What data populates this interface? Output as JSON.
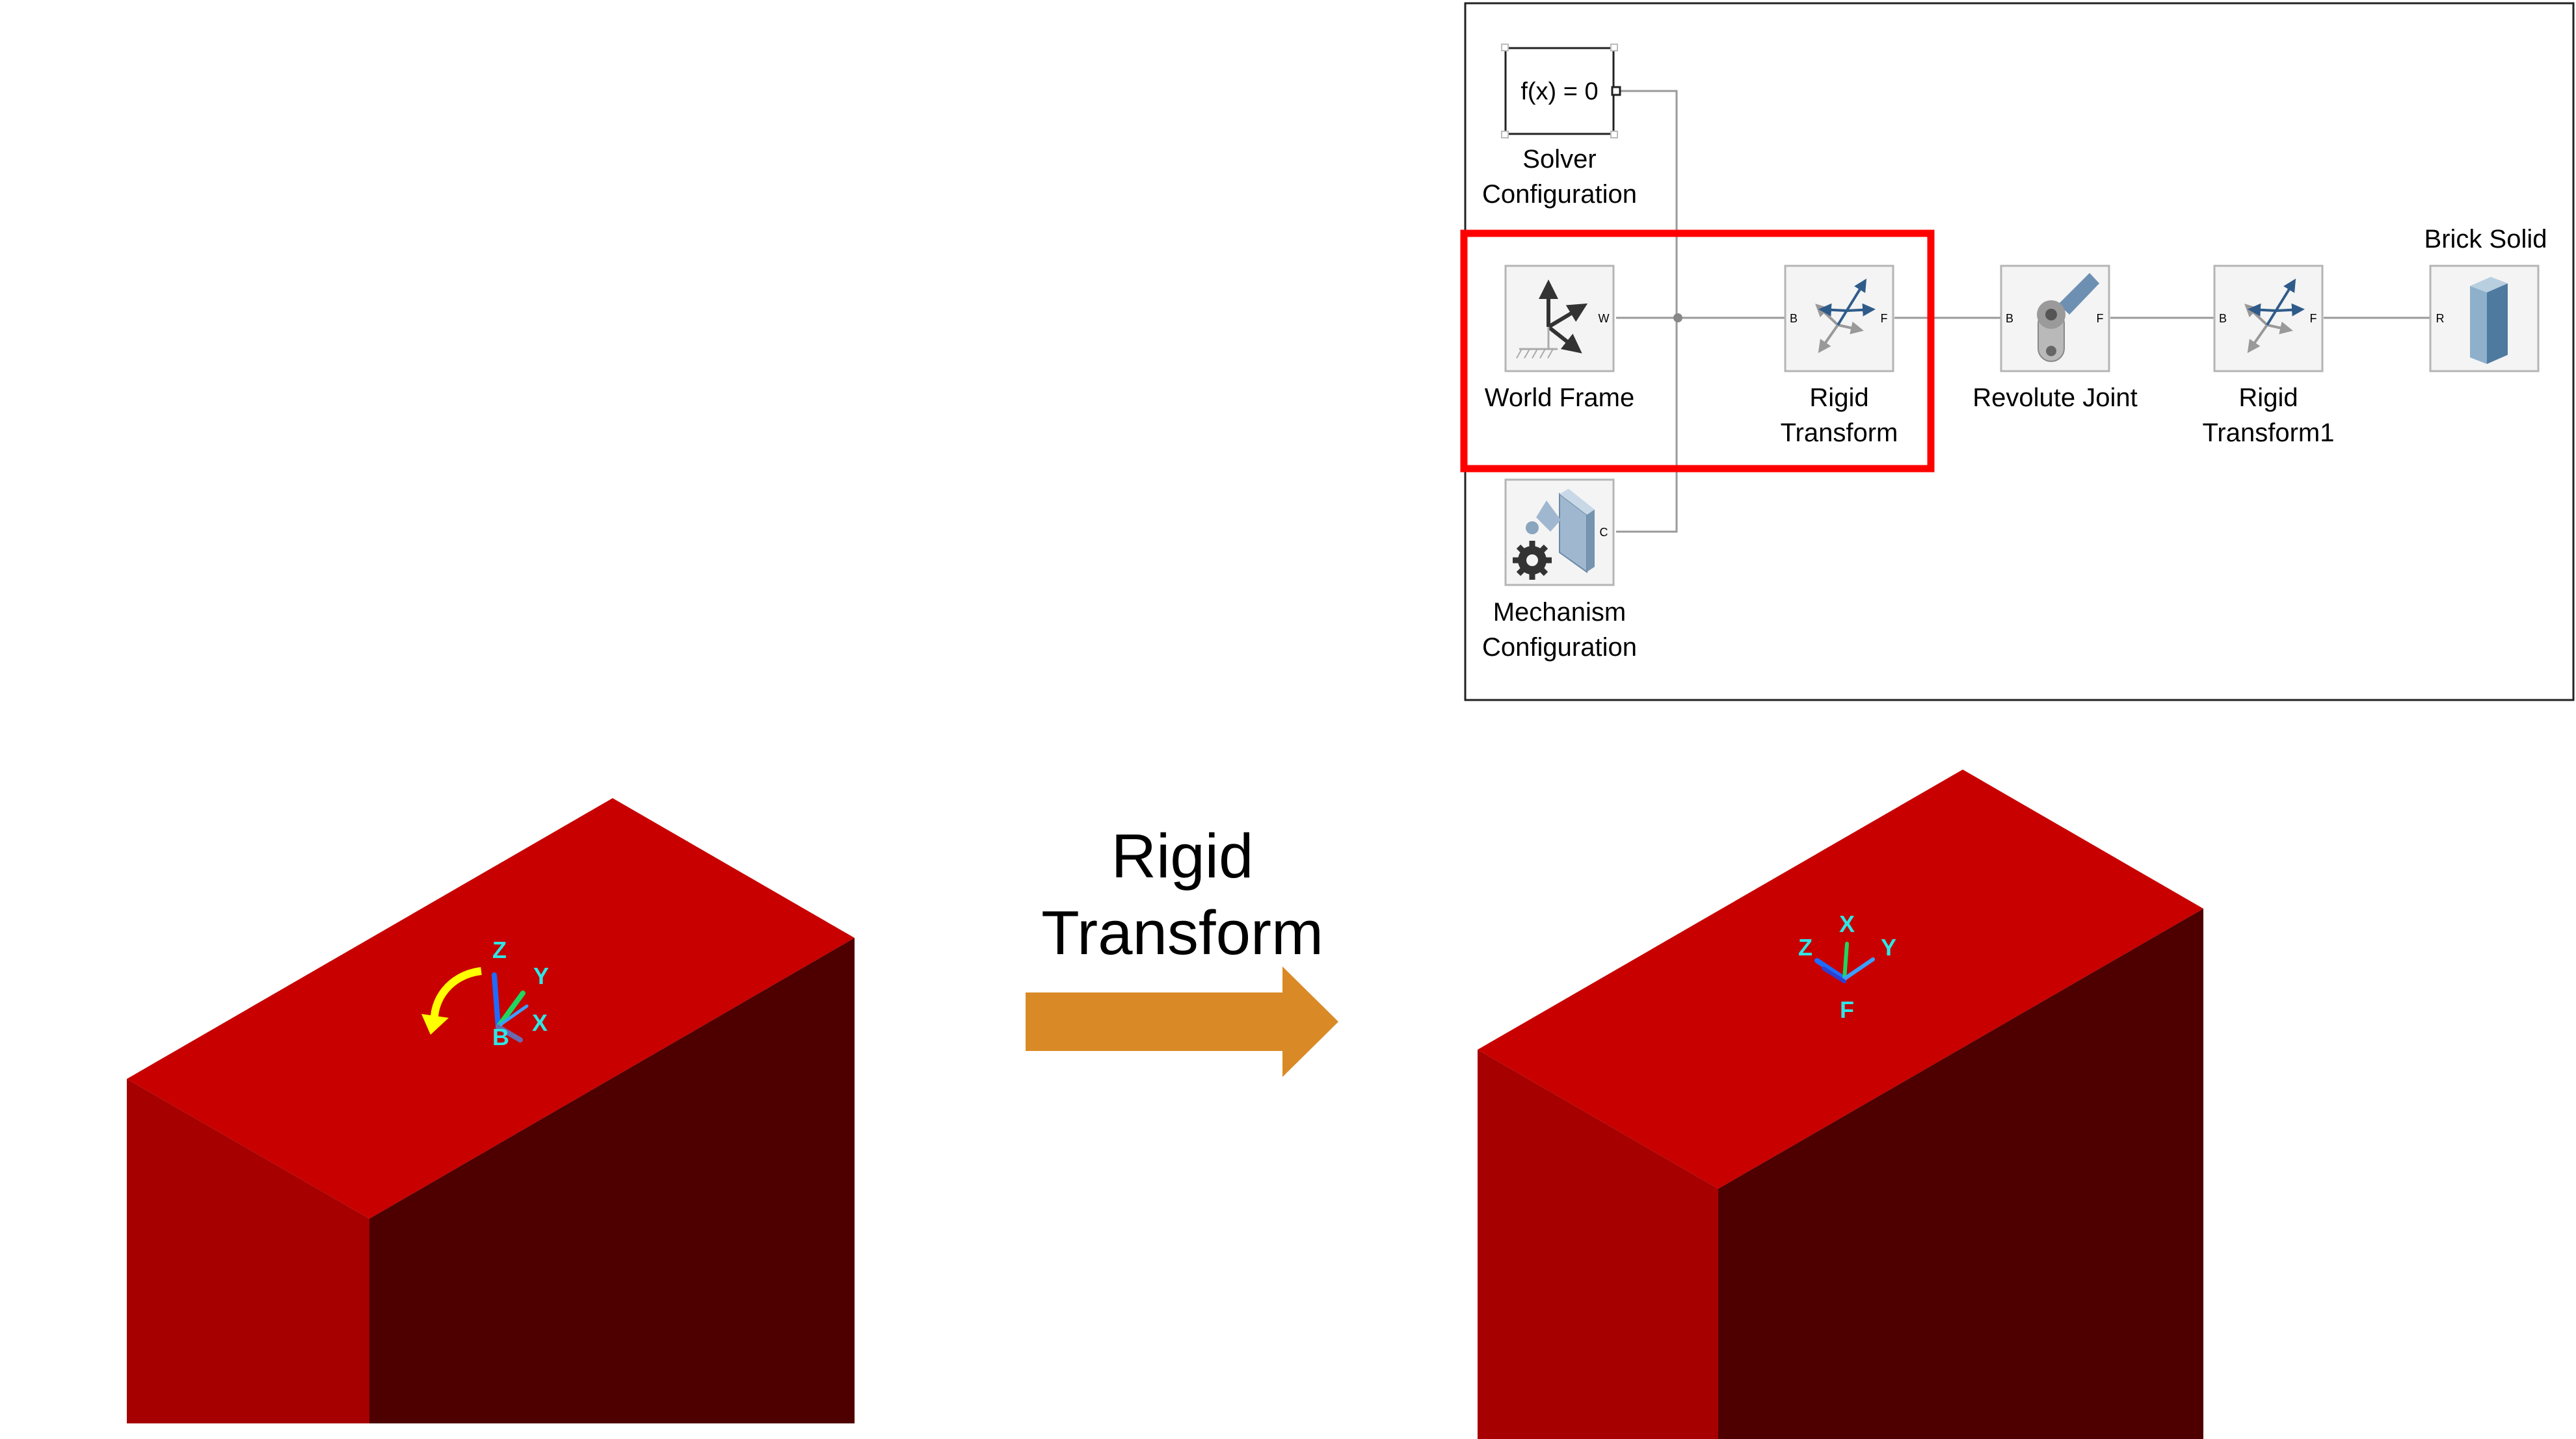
{
  "diagram": {
    "blocks": {
      "solver": {
        "icon_text": "f(x) = 0",
        "label_line1": "Solver",
        "label_line2": "Configuration"
      },
      "world_frame": {
        "label": "World Frame",
        "port_w": "W"
      },
      "rigid_transform": {
        "label_line1": "Rigid",
        "label_line2": "Transform",
        "port_b": "B",
        "port_f": "F"
      },
      "revolute_joint": {
        "label": "Revolute Joint",
        "port_b": "B",
        "port_f": "F"
      },
      "rigid_transform1": {
        "label_line1": "Rigid",
        "label_line2": "Transform1",
        "port_b": "B",
        "port_f": "F"
      },
      "brick_solid": {
        "label": "Brick Solid",
        "port_r": "R"
      },
      "mechanism": {
        "label_line1": "Mechanism",
        "label_line2": "Configuration",
        "port_c": "C"
      }
    },
    "highlight_color": "#ff0000"
  },
  "transition": {
    "label_line1": "Rigid",
    "label_line2": "Transform",
    "arrow_color": "#d98a26"
  },
  "before_view": {
    "frame_labels": {
      "z": "Z",
      "y": "Y",
      "x": "X",
      "origin": "B"
    },
    "rotation_arrow_color": "#ffff00"
  },
  "after_view": {
    "frame_labels": {
      "z": "Z",
      "y": "Y",
      "x": "X",
      "origin": "F"
    }
  },
  "colors": {
    "brick_top": "#c80000",
    "brick_front": "#a60000",
    "brick_side": "#4e0000",
    "axis_label": "#2ee6e6"
  }
}
